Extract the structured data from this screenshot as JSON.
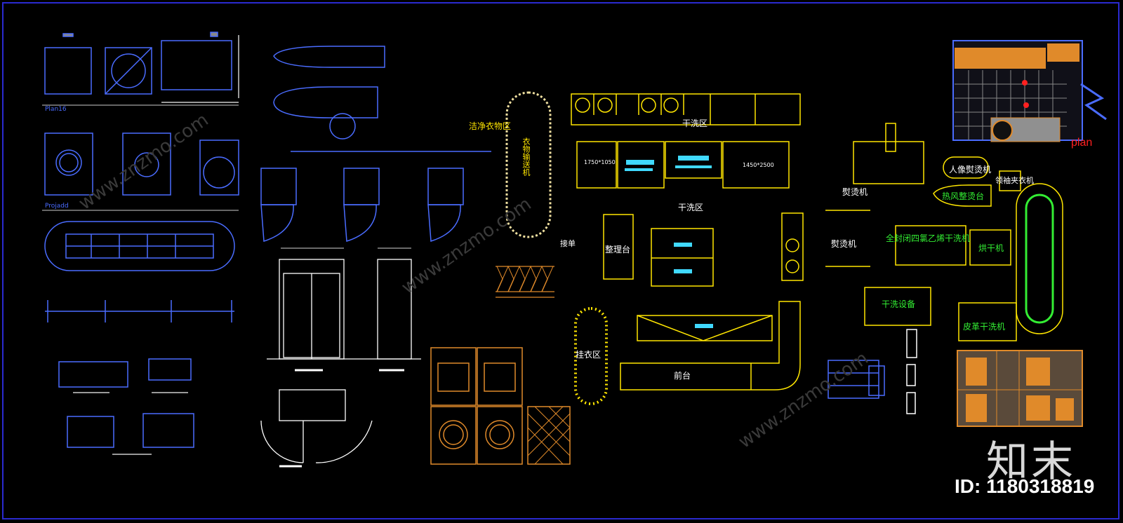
{
  "labels": {
    "clean_zone": "洁净衣物区",
    "conveyor_vertical": "衣物输送机",
    "dry_clean_top": "干洗区",
    "dry_clean_mid": "干洗区",
    "reception": "接单",
    "sorting_table": "整理台",
    "ironing_1": "熨烫机",
    "ironing_2": "熨烫机",
    "human_form": "人像熨烫机",
    "cuff_collar": "领袖夹衣机",
    "hot_air": "热风整烫台",
    "closed_dryclean": "全封闭四氯乙烯干洗机",
    "dryer": "烘干机",
    "dry_equipment": "干洗设备",
    "leather_dry": "皮革干洗机",
    "hanging_rack": "挂衣区",
    "front_desk": "前台",
    "plan": "plan",
    "dim_1": "1750*1050",
    "dim_2": "1450*2500",
    "panel_1": "Plan16",
    "panel_2": "Projadd"
  },
  "watermark": {
    "brand": "知末",
    "id": "ID: 1180318819",
    "site": "www.znzmo.com"
  },
  "colors": {
    "frame": "#2a2ad0",
    "blue": "#4a6cff",
    "yellow": "#ffe600",
    "orange": "#e08a2a",
    "green": "#33ee33",
    "cyan": "#40d9ff",
    "red": "#ff2020"
  }
}
